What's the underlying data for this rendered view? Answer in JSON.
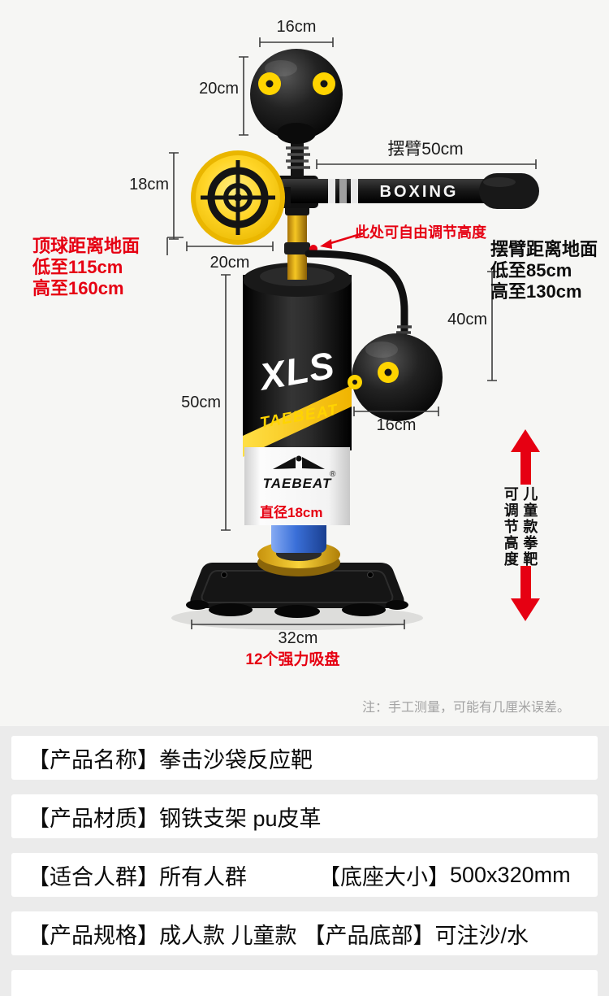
{
  "diagram": {
    "dims": {
      "top_ball_width": "16cm",
      "top_ball_height": "20cm",
      "swing_arm": "摆臂50cm",
      "target_diameter": "18cm",
      "target_offset": "20cm",
      "hang_drop": "40cm",
      "hang_ball_width": "16cm",
      "column_height": "50cm",
      "column_diameter": "直径18cm",
      "base_width": "32cm"
    },
    "notes": {
      "adjust_height": "此处可自由调节高度",
      "suction": "12个强力吸盘",
      "left_line1": "顶球距离地面",
      "left_line2": "低至115cm",
      "left_line3": "高至160cm",
      "right_line1": "摆臂距离地面",
      "right_line2": "低至85cm",
      "right_line3": "高至130cm",
      "side_col_left": "可调节高度",
      "side_col_right": "儿童款拳靶",
      "measure_note": "注：手工测量，可能有几厘米误差。"
    },
    "product_text": {
      "arm_brand": "BOXING",
      "column_model": "XLS",
      "column_brand": "TAEBEAT",
      "logo_text": "TAEBEAT",
      "logo_reg": "®"
    },
    "colors": {
      "accent_red": "#e60012",
      "brand_yellow": "#ffd400",
      "pump_blue": "#3a6fd8"
    }
  },
  "specs": {
    "rows": [
      {
        "items": [
          {
            "label": "【产品名称】",
            "value": "拳击沙袋反应靶"
          }
        ]
      },
      {
        "items": [
          {
            "label": "【产品材质】",
            "value": "钢铁支架 pu皮革"
          }
        ]
      },
      {
        "items": [
          {
            "label": "【适合人群】",
            "value": "所有人群"
          },
          {
            "label": "【底座大小】",
            "value": "500x320mm"
          }
        ]
      },
      {
        "items": [
          {
            "label": "【产品规格】",
            "value": "成人款 儿童款"
          },
          {
            "label": "【产品底部】",
            "value": "可注沙/水"
          }
        ]
      }
    ]
  }
}
